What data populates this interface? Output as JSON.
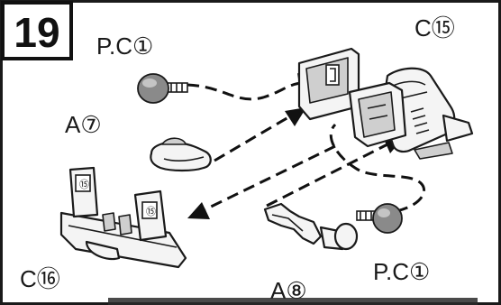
{
  "step": {
    "number": "19"
  },
  "labels": {
    "pc1_top": "P.C①",
    "a7": "A⑦",
    "c15": "C⑮",
    "c16": "C⑯",
    "a8": "A⑧",
    "pc1_bottom": "P.C①"
  }
}
